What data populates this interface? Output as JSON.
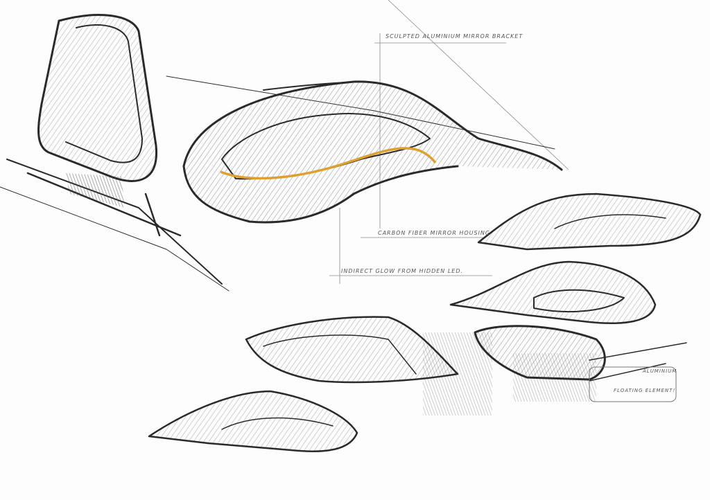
{
  "sketch": {
    "annotations": {
      "bracket": "Sculpted Aluminium Mirror Bracket",
      "housing": "Carbon Fiber Mirror Housing",
      "glow": "Indirect Glow from Hidden LED.",
      "aluminium": "Aluminium",
      "floating": "Floating element!"
    },
    "colors": {
      "ink": "#2a2a2a",
      "shade": "#9a9a9a",
      "glow": "#e0a030",
      "paper": "#fdfdfd"
    }
  }
}
